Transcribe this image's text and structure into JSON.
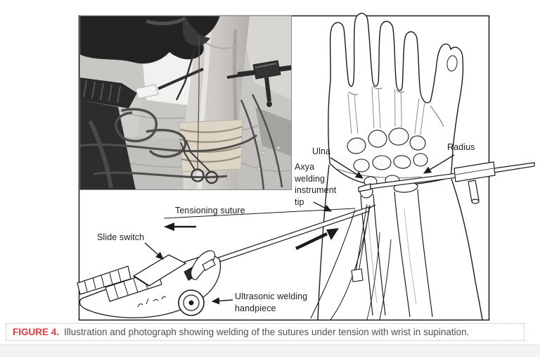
{
  "figure": {
    "caption": {
      "label": "FIGURE 4.",
      "text": "Illustration and photograph showing welding of the sutures under tension with wrist in supination."
    },
    "labels": {
      "ulna": "Ulna",
      "radius": "Radius",
      "axya_tip": "Axya\nwelding\ninstrument\ntip",
      "tensioning_suture": "Tensioning suture",
      "slide_switch": "Slide switch",
      "ultrasonic_handpiece": "Ultrasonic welding\nhandpiece"
    },
    "colors": {
      "caption_accent": "#e4393e",
      "caption_text": "#515153",
      "line_art": "#1b1b1b"
    }
  }
}
